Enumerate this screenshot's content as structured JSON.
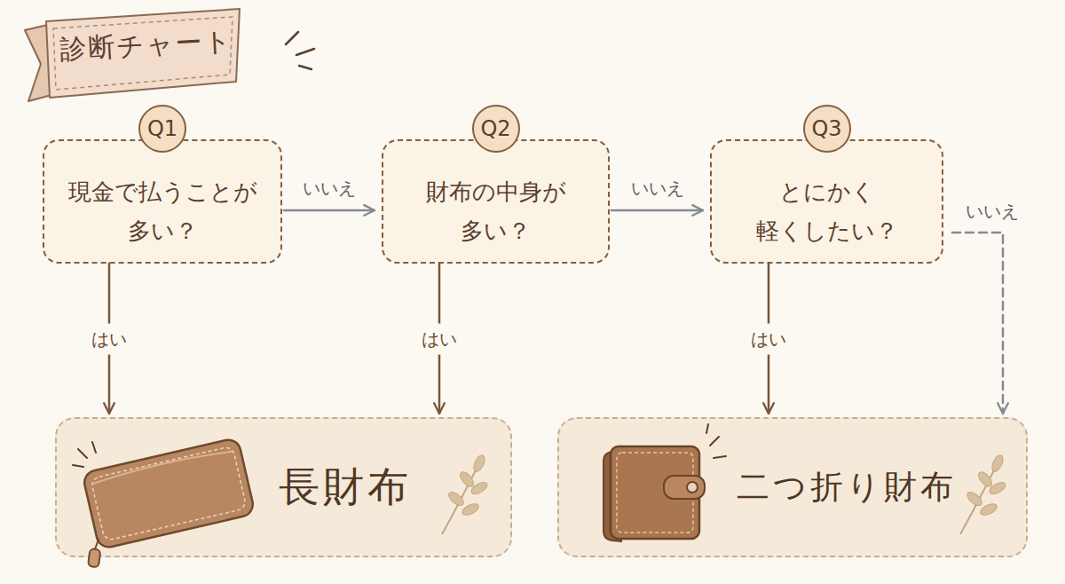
{
  "diagram": {
    "title": "診断チャート",
    "nodes": [
      {
        "text": [
          "Q1",
          "現金で払うことが 多い？"
        ]
      },
      {
        "text": [
          "Q2",
          "財布の中身が 多い？"
        ]
      },
      {
        "text": [
          "Q3",
          "とにかく 軽くしたい？"
        ]
      },
      {
        "text": [
          "長財布"
        ]
      },
      {
        "text": [
          "二つ折り財布"
        ]
      }
    ],
    "edges": [
      {
        "from": 0,
        "to": 1,
        "label": "いいえ",
        "arrow": "to"
      },
      {
        "from": 1,
        "to": 2,
        "label": "いいえ",
        "arrow": "to"
      },
      {
        "from": 0,
        "to": 3,
        "label": "はい",
        "arrow": "to"
      },
      {
        "from": 1,
        "to": 3,
        "label": "はい",
        "arrow": "to"
      },
      {
        "from": 2,
        "to": 4,
        "label": "はい",
        "arrow": "to"
      },
      {
        "from": 2,
        "to": 4,
        "label": "いいえ",
        "arrow": "to"
      }
    ]
  }
}
